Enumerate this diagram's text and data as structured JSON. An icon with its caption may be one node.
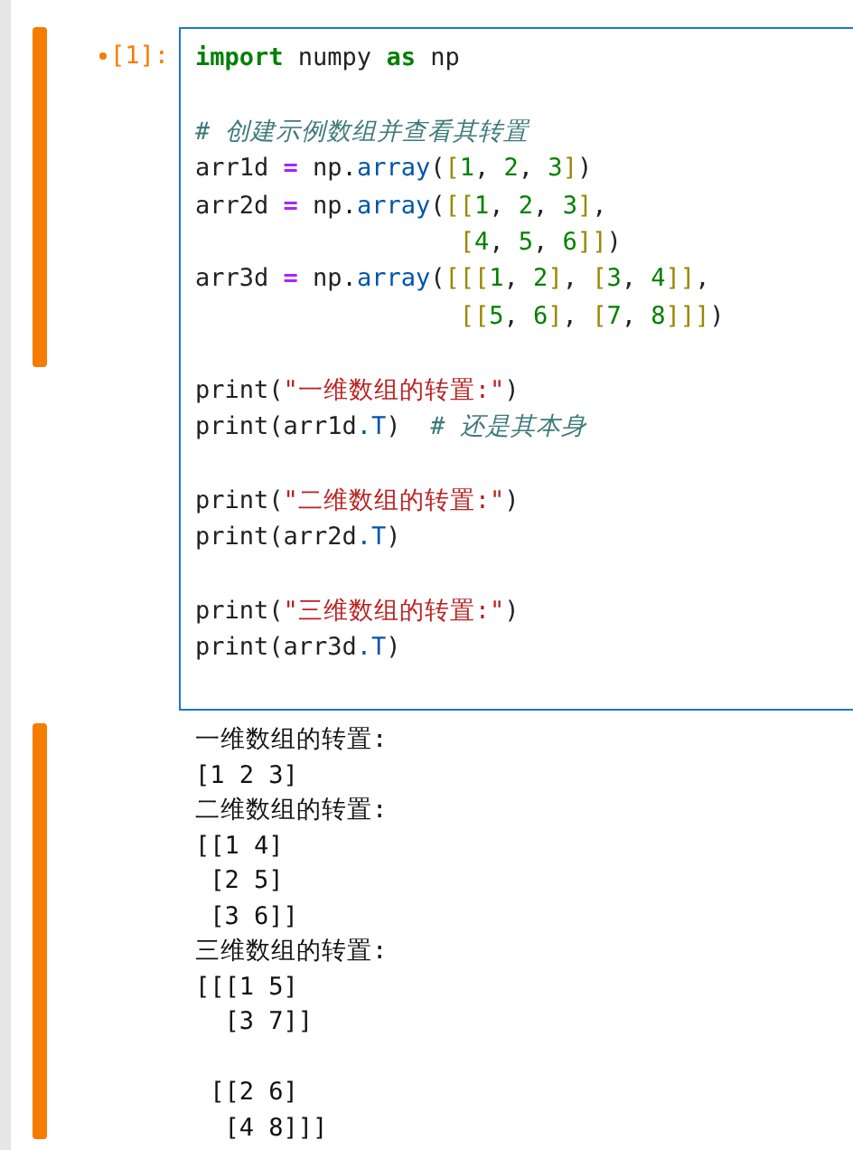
{
  "diagram": {
    "nodes": [
      {
        "text": [
          "import numpy as np",
          "# 创建示例数组并查看其转置",
          "arr1d = np.array([1, 2, 3])",
          "arr2d = np.array([[1, 2, 3],",
          "[4, 5, 6]])",
          "arr3d = np.array([[[1, 2], [3, 4]],",
          "[[5, 6], [7, 8]]])",
          "print(\"一维数组的转置:\")",
          "print(arr1d.T)  # 还是其本身",
          "print(\"二维数组的转置:\")",
          "print(arr2d.T)",
          "print(\"三维数组的转置:\")",
          "print(arr3d.T)"
        ]
      }
    ],
    "labels": [
      "[1]:",
      "一维数组的转置:",
      "[1 2 3]",
      "二维数组的转置:",
      "[[1 4]",
      "[2 5]",
      "[3 6]]",
      "三维数组的转置:",
      "[[[1 5]",
      "[3 7]]",
      "[[2 6]",
      "[4 8]]]"
    ]
  }
}
